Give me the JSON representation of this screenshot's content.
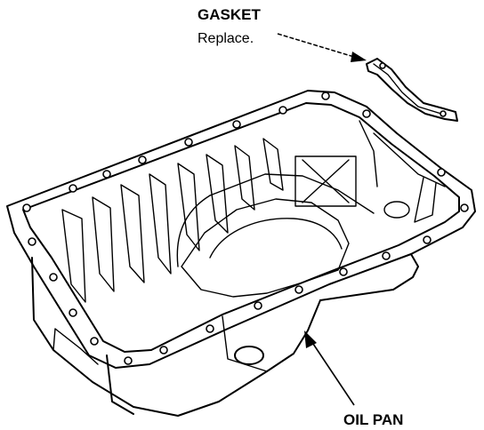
{
  "labels": {
    "gasket_title": "GASKET",
    "gasket_note": "Replace.",
    "oil_pan": "OIL PAN"
  }
}
